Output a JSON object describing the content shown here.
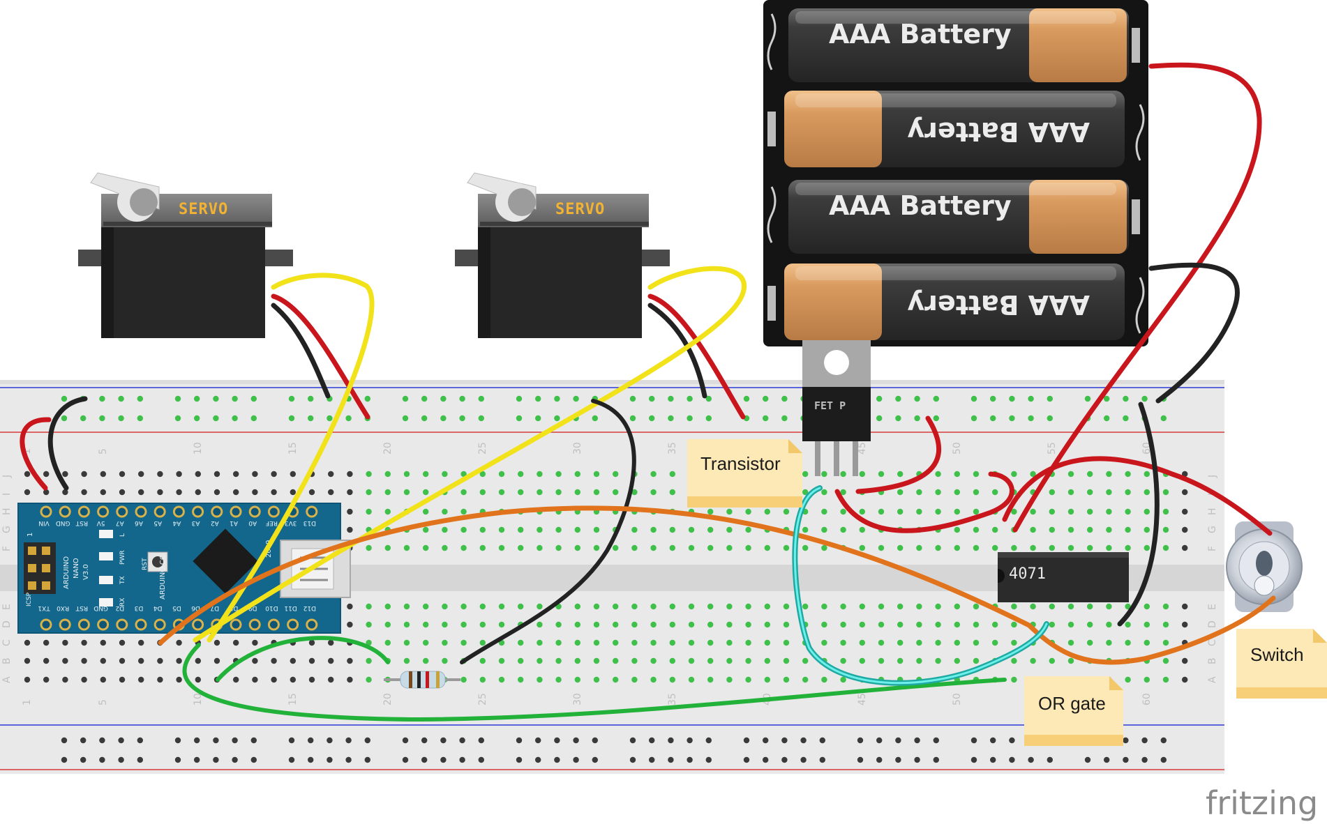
{
  "labels": {
    "battery": "AAA Battery",
    "servo": "SERVO",
    "fet": "FET P",
    "chip": "4071",
    "transistor_note": "Transistor",
    "or_gate_note": "OR gate",
    "switch_note": "Switch",
    "logo": "fritzing"
  },
  "nano": {
    "title_lines": [
      "ARDUINO",
      "NANO",
      "V3.0"
    ],
    "site": "ARDUINO.CC",
    "year": "2009",
    "icsp": "ICSP",
    "one": "1",
    "leds": [
      "L",
      "PWR",
      "TX",
      "RX"
    ],
    "rst": "RST",
    "top_pins": [
      "VIN",
      "GND",
      "RST",
      "5V",
      "A7",
      "A6",
      "A5",
      "A4",
      "A3",
      "A2",
      "A1",
      "A0",
      "REF",
      "3V3",
      "D13"
    ],
    "bottom_pins": [
      "TX1",
      "RX0",
      "RST",
      "GND",
      "D2",
      "D3",
      "D4",
      "D5",
      "D6",
      "D7",
      "D8",
      "D9",
      "D10",
      "D11",
      "D12"
    ]
  },
  "breadboard": {
    "column_numbers": [
      "1",
      "5",
      "10",
      "15",
      "20",
      "25",
      "30",
      "35",
      "40",
      "45",
      "50",
      "55",
      "60"
    ],
    "row_letters_top": [
      "J",
      "I",
      "H",
      "G",
      "F"
    ],
    "row_letters_bottom": [
      "E",
      "D",
      "C",
      "B",
      "A"
    ]
  },
  "colors": {
    "wire_red": "#c8161c",
    "wire_black": "#222222",
    "wire_yellow": "#f2e21a",
    "wire_orange": "#e0731b",
    "wire_green": "#22b23a",
    "wire_cyan": "#33d6cf",
    "breadboard": "#e9e9e9",
    "note": "#fde9b6",
    "nano": "#14678c"
  }
}
